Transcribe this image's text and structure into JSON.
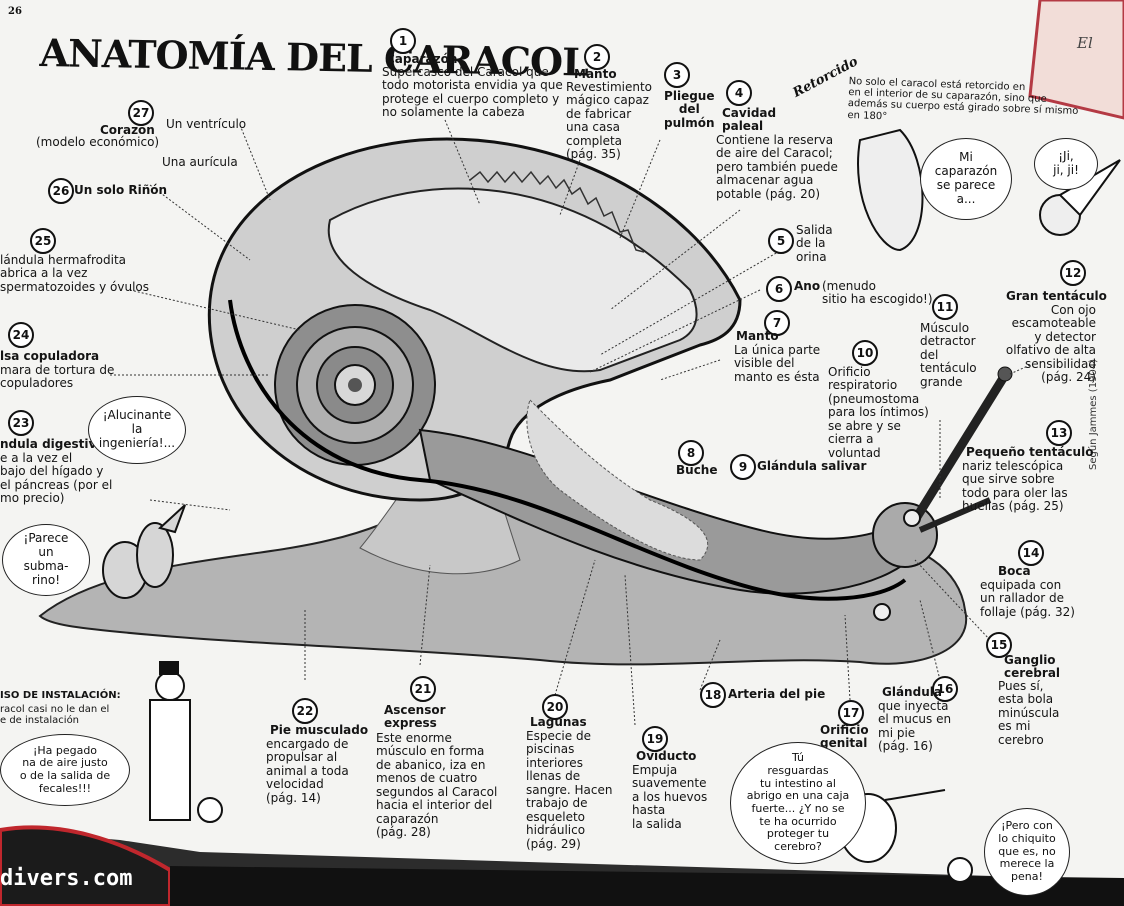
{
  "page_number": "26",
  "title": "ANATOMÍA DEL CARACOL",
  "corner_text": "El",
  "side_credit": "Según Jammes (1904)",
  "watermark": "divers.com",
  "retorcido": {
    "word": "Retorcido",
    "text": "No solo el caracol está retorcido en\nen el interior de su caparazón, sino que\nademás su cuerpo está girado sobre sí mismo\nen 180°"
  },
  "labels": [
    {
      "n": "1",
      "title": "Caparazón",
      "text": "Supercasco del Caracol que\ntodo motorista envidia ya que\nprotege el cuerpo completo y\nno solamente la cabeza"
    },
    {
      "n": "2",
      "title": "Manto",
      "text": "Revestimiento\nmágico capaz\nde fabricar\nuna casa\ncompleta\n(pág. 35)"
    },
    {
      "n": "3",
      "title": "Pliegue\ndel\npulmón",
      "text": ""
    },
    {
      "n": "4",
      "title": "Cavidad\npaleal",
      "text": "Contiene la reserva\nde aire del Caracol;\npero también puede\nalmacenar agua\npotable (pág. 20)"
    },
    {
      "n": "5",
      "title": "",
      "text": "Salida\nde la\norina"
    },
    {
      "n": "6",
      "title": "Ano",
      "text": "(menudo\nsitio ha escogido!)"
    },
    {
      "n": "7",
      "title": "Manto",
      "text": "La única parte\nvisible del\nmanto es ésta"
    },
    {
      "n": "8",
      "title": "Buche",
      "text": ""
    },
    {
      "n": "9",
      "title": "Glándula salivar",
      "text": ""
    },
    {
      "n": "10",
      "title": "",
      "text": "Orificio\nrespiratorio\n(pneumostoma\npara los íntimos)\nse abre y se\ncierra a\nvoluntad"
    },
    {
      "n": "11",
      "title": "",
      "text": "Músculo\ndetractor\ndel\ntentáculo\ngrande"
    },
    {
      "n": "12",
      "title": "Gran tentáculo",
      "text": "Con ojo escamoteable\ny detector\nolfativo de alta\nsensibilidad\n(pág. 24)"
    },
    {
      "n": "13",
      "title": "Pequeño tentáculo",
      "text": "nariz telescópica\nque sirve sobre\ntodo para oler las\nhuellas (pág. 25)"
    },
    {
      "n": "14",
      "title": "Boca",
      "text": "equipada con\nun rallador de\nfollaje (pág. 32)"
    },
    {
      "n": "15",
      "title": "Ganglio\ncerebral",
      "text": "Pues sí,\nesta bola\nminúscula\nes mi\ncerebro"
    },
    {
      "n": "16",
      "title": "Glándula",
      "text": "que inyecta\nel mucus en\nmi pie\n(pág. 16)"
    },
    {
      "n": "17",
      "title": "Orificio\ngenital",
      "text": ""
    },
    {
      "n": "18",
      "title": "Arteria del pie",
      "text": ""
    },
    {
      "n": "19",
      "title": "Oviducto",
      "text": "Empuja\nsuavemente\na los huevos\nhasta\nla salida"
    },
    {
      "n": "20",
      "title": "Lagunas",
      "text": "Especie de\npiscinas\ninteriores\nllenas de\nsangre. Hacen\ntrabajo de\nesqueleto\nhidráulico\n(pág. 29)"
    },
    {
      "n": "21",
      "title": "Ascensor\nexpress",
      "text": "Este enorme\nmúsculo en forma\nde abanico, iza en\nmenos de cuatro\nsegundos al Caracol\nhacia el interior del\ncaparazón\n(pág. 28)"
    },
    {
      "n": "22",
      "title": "Pie musculado",
      "text": "encargado de\npropulsar al\nanimal a toda\nvelocidad\n(pág. 14)"
    },
    {
      "n": "23",
      "title": "ndula digestiva:",
      "text": "e a la vez el\nbajo del hígado y\nel páncreas (por el\nmo precio)"
    },
    {
      "n": "24",
      "title": "lsa copuladora",
      "text": "mara de tortura de\ncopuladores"
    },
    {
      "n": "25",
      "title": "",
      "text": "lándula hermafrodita\nabrica a la vez\nspermatozoides y óvulos"
    },
    {
      "n": "26",
      "title": "",
      "text": "Un solo Riñón"
    },
    {
      "n": "27",
      "title": "Corazón",
      "text": "(modelo económico)"
    }
  ],
  "heart_parts": [
    "Un ventrículo",
    "Una aurícula"
  ],
  "bubbles": {
    "alucinante": "¡Alucinante\nla\ningeniería!...",
    "parece": "¡Parece\nun\nsubma-\nrino!",
    "caparazon": "Mi\ncaparazón\nse parece\na...",
    "jiji": "¡Ji,\nji, ji!",
    "intestino": "Tú\nresguardas\ntu intestino al\nabrigo en una caja\nfuerte... ¿Y no se\nte ha ocurrido\nproteger tu\ncerebro?",
    "pequeno": "¡Pero con\nlo chiquito\nque es, no\nmerece la\npena!",
    "pegado": "¡Ha pegado\nna de aire justo\no de la salida de\nfecales!!!"
  },
  "instalacion": {
    "title": "ISO DE INSTALACIÓN:",
    "text": "racol casi no le dan el\ne de instalación"
  }
}
